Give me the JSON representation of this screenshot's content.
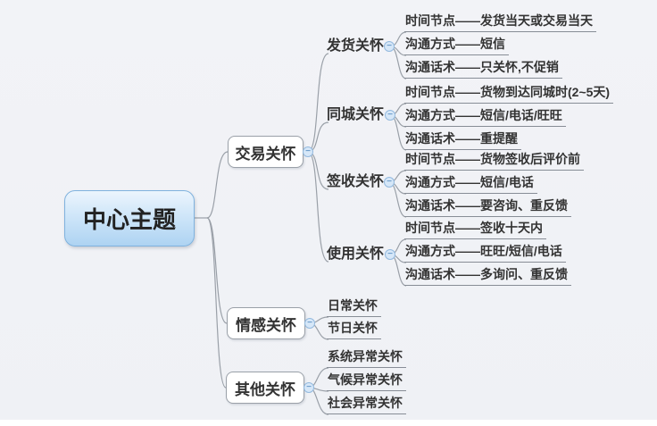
{
  "icons": {
    "collapse_minus": "−"
  },
  "colors": {
    "background": "#eff1f5",
    "root_fill_top": "#ecf5fd",
    "root_fill_bottom": "#aed3f2",
    "root_border": "#7fb2de",
    "node_border": "#9aa0a8",
    "line": "#9aa0a8",
    "text": "#333333",
    "collapse_fill": "#d6e7f8",
    "collapse_border": "#93b9de"
  },
  "mindmap": {
    "root": {
      "label": "中心主题"
    },
    "branches": [
      {
        "label": "交易关怀",
        "children": [
          {
            "label": "发货关怀",
            "children": [
              {
                "label": "时间节点——发货当天或交易当天"
              },
              {
                "label": "沟通方式——短信"
              },
              {
                "label": "沟通话术——只关怀,不促销"
              }
            ]
          },
          {
            "label": "同城关怀",
            "children": [
              {
                "label": "时间节点——货物到达同城时(2~5天)"
              },
              {
                "label": "沟通方式——短信/电话/旺旺"
              },
              {
                "label": "沟通话术——重提醒"
              }
            ]
          },
          {
            "label": "签收关怀",
            "children": [
              {
                "label": "时间节点——货物签收后评价前"
              },
              {
                "label": "沟通方式——短信/电话"
              },
              {
                "label": "沟通话术——要咨询、重反馈"
              }
            ]
          },
          {
            "label": "使用关怀",
            "children": [
              {
                "label": "时间节点——签收十天内"
              },
              {
                "label": "沟通方式——旺旺/短信/电话"
              },
              {
                "label": "沟通话术——多询问、重反馈"
              }
            ]
          }
        ]
      },
      {
        "label": "情感关怀",
        "children": [
          {
            "label": "日常关怀"
          },
          {
            "label": "节日关怀"
          }
        ]
      },
      {
        "label": "其他关怀",
        "children": [
          {
            "label": "系统异常关怀"
          },
          {
            "label": "气候异常关怀"
          },
          {
            "label": "社会异常关怀"
          }
        ]
      }
    ]
  }
}
